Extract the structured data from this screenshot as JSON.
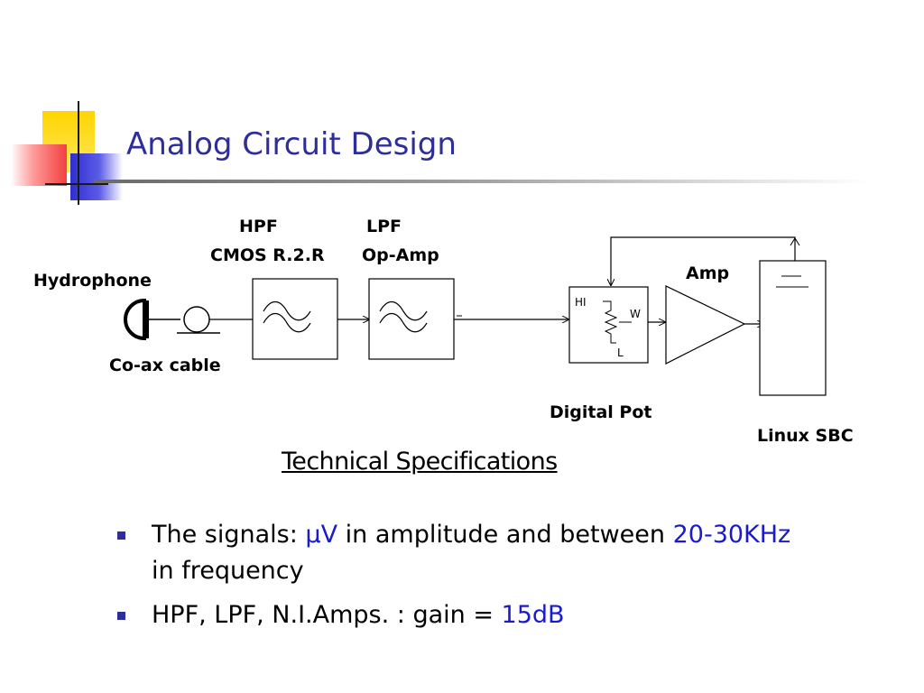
{
  "slide": {
    "title": "Analog Circuit Design"
  },
  "diagram": {
    "hydrophone_label": "Hydrophone",
    "coax_label": "Co-ax cable",
    "hpf_label": "HPF",
    "hpf_sublabel": "CMOS R.2.R",
    "lpf_label": "LPF",
    "lpf_sublabel": "Op-Amp",
    "amp_label": "Amp",
    "digital_pot_label": "Digital Pot",
    "linux_sbc_label": "Linux SBC",
    "pot_pins": {
      "hi": "HI",
      "w": "W",
      "l": "L"
    }
  },
  "specs": {
    "heading": "Technical Specifications",
    "bullets": [
      {
        "prefix": "The signals: ",
        "highlight1": "µV",
        "middle": " in amplitude and between ",
        "highlight2": "20-30KHz",
        "line2": "in frequency"
      },
      {
        "prefix": "HPF, LPF, N.I.Amps. : gain = ",
        "highlight": "15dB"
      }
    ]
  },
  "colors": {
    "title": "#2e2e9a",
    "highlight": "#1a1ad0",
    "bullet": "#2e2e9a"
  }
}
